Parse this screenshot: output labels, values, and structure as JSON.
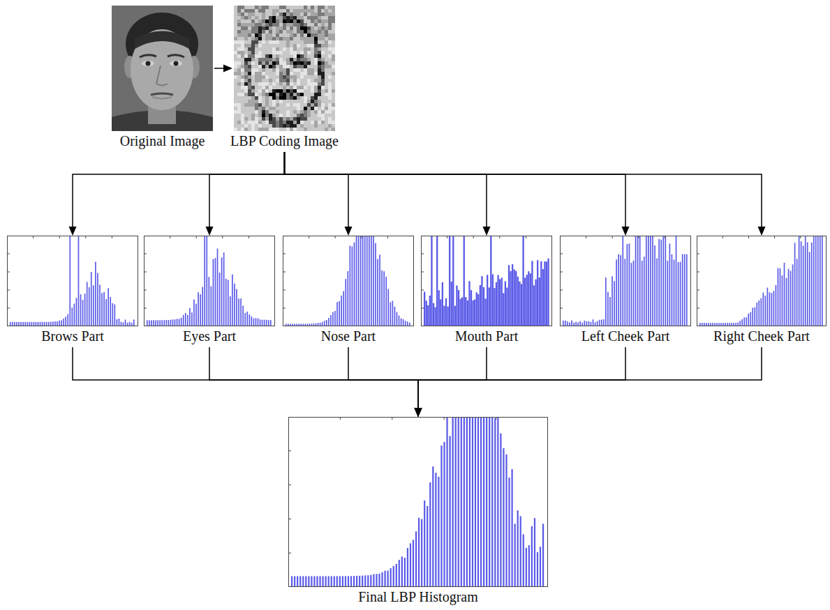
{
  "diagram": {
    "nodes": [
      {
        "text": [
          "Original Image"
        ]
      },
      {
        "text": [
          "LBP Coding Image"
        ]
      },
      {
        "text": [
          "Brows Part"
        ]
      },
      {
        "text": [
          "Eyes Part"
        ]
      },
      {
        "text": [
          "Nose Part"
        ]
      },
      {
        "text": [
          "Mouth Part"
        ]
      },
      {
        "text": [
          "Left Cheek Part"
        ]
      },
      {
        "text": [
          "Right Cheek Part"
        ]
      },
      {
        "text": [
          "Final LBP Histogram"
        ]
      }
    ],
    "edges": [
      {
        "from": 0,
        "to": 1,
        "arrow": "to"
      },
      {
        "from": 1,
        "to": 2,
        "arrow": "to"
      },
      {
        "from": 1,
        "to": 3,
        "arrow": "to"
      },
      {
        "from": 1,
        "to": 4,
        "arrow": "to"
      },
      {
        "from": 1,
        "to": 5,
        "arrow": "to"
      },
      {
        "from": 1,
        "to": 6,
        "arrow": "to"
      },
      {
        "from": 1,
        "to": 7,
        "arrow": "to"
      },
      {
        "from": 2,
        "to": 8,
        "arrow": "to"
      },
      {
        "from": 3,
        "to": 8,
        "arrow": "to"
      },
      {
        "from": 4,
        "to": 8,
        "arrow": "to"
      },
      {
        "from": 5,
        "to": 8,
        "arrow": "to"
      },
      {
        "from": 6,
        "to": 8,
        "arrow": "to"
      },
      {
        "from": 7,
        "to": 8,
        "arrow": "to"
      }
    ]
  }
}
